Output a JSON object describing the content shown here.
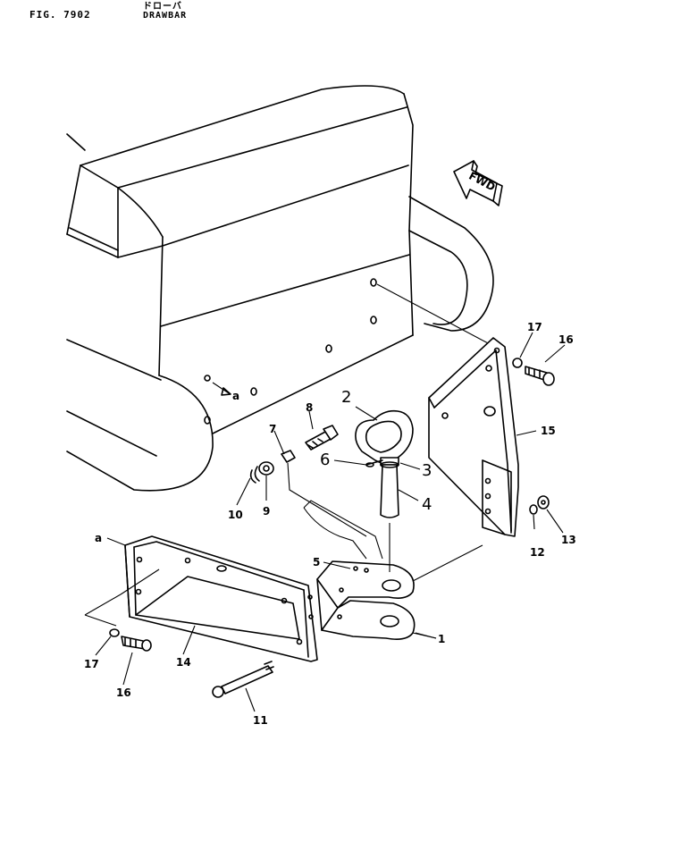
{
  "header": {
    "fig_number": "FIG. 7902",
    "title_jp": "ドローバ",
    "title": "DRAWBAR"
  },
  "direction_arrow": {
    "label": "FWD"
  },
  "reference_mark": "a",
  "callouts": [
    {
      "id": "c1",
      "label": "1"
    },
    {
      "id": "c2",
      "label": "2"
    },
    {
      "id": "c3",
      "label": "3"
    },
    {
      "id": "c4",
      "label": "4"
    },
    {
      "id": "c5",
      "label": "5"
    },
    {
      "id": "c6",
      "label": "6"
    },
    {
      "id": "c7",
      "label": "7"
    },
    {
      "id": "c8",
      "label": "8"
    },
    {
      "id": "c9",
      "label": "9"
    },
    {
      "id": "c10",
      "label": "10"
    },
    {
      "id": "c11",
      "label": "11"
    },
    {
      "id": "c12",
      "label": "12"
    },
    {
      "id": "c13",
      "label": "13"
    },
    {
      "id": "c14",
      "label": "14"
    },
    {
      "id": "c15",
      "label": "15"
    },
    {
      "id": "c16a",
      "label": "16"
    },
    {
      "id": "c16b",
      "label": "16"
    },
    {
      "id": "c17a",
      "label": "17"
    },
    {
      "id": "c17b",
      "label": "17"
    }
  ]
}
